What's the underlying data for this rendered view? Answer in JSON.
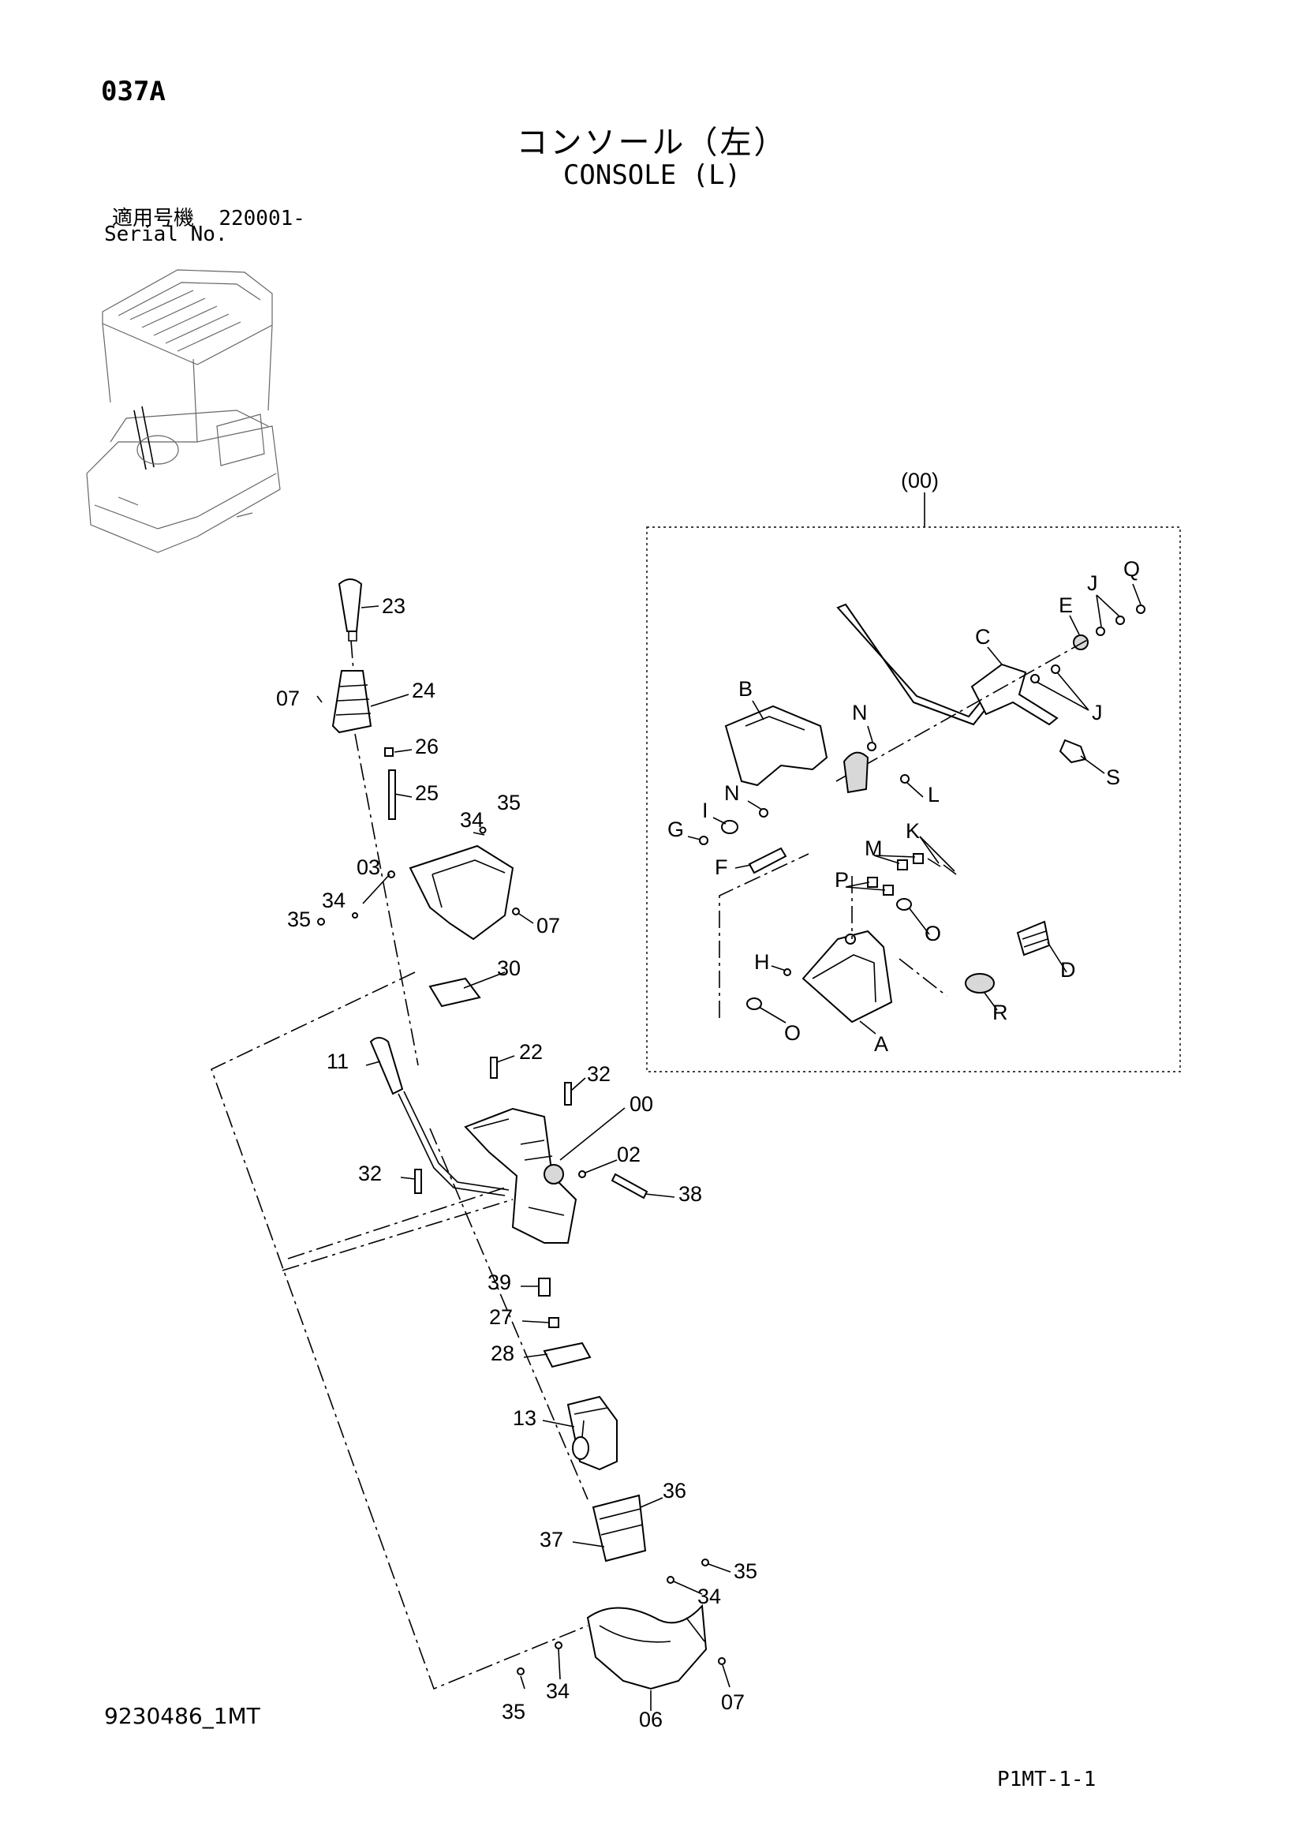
{
  "header": {
    "page_code": "037A",
    "title_jp": "コンソール（左）",
    "title_en": "CONSOLE (L)",
    "serial_label_jp": "適用号機",
    "serial_value": "220001-",
    "serial_label_en": "Serial No."
  },
  "assembly_label": "(00)",
  "callouts": {
    "c23": "23",
    "c24": "24",
    "c26": "26",
    "c25": "25",
    "c07a": "07",
    "c34a": "34",
    "c35a": "35",
    "c03": "03",
    "c34b": "34",
    "c35b": "35",
    "c07b": "07",
    "c30": "30",
    "c22": "22",
    "c11": "11",
    "c32a": "32",
    "c00": "00",
    "c02": "02",
    "c32b": "32",
    "c38": "38",
    "c39": "39",
    "c27": "27",
    "c28": "28",
    "c13": "13",
    "c36": "36",
    "c37": "37",
    "c35c": "35",
    "c34c": "34",
    "c34d": "34",
    "c35d": "35",
    "c06": "06",
    "c07c": "07"
  },
  "subparts": {
    "B": "B",
    "C": "C",
    "E": "E",
    "J1": "J",
    "Q": "Q",
    "J2": "J",
    "N1": "N",
    "S": "S",
    "L": "L",
    "N2": "N",
    "I": "I",
    "G": "G",
    "F": "F",
    "M": "M",
    "K": "K",
    "P": "P",
    "O1": "O",
    "H": "H",
    "D": "D",
    "R": "R",
    "O2": "O",
    "A": "A"
  },
  "footer": {
    "drawing_no": "9230486_1MT",
    "page_ref": "P1MT-1-1"
  }
}
